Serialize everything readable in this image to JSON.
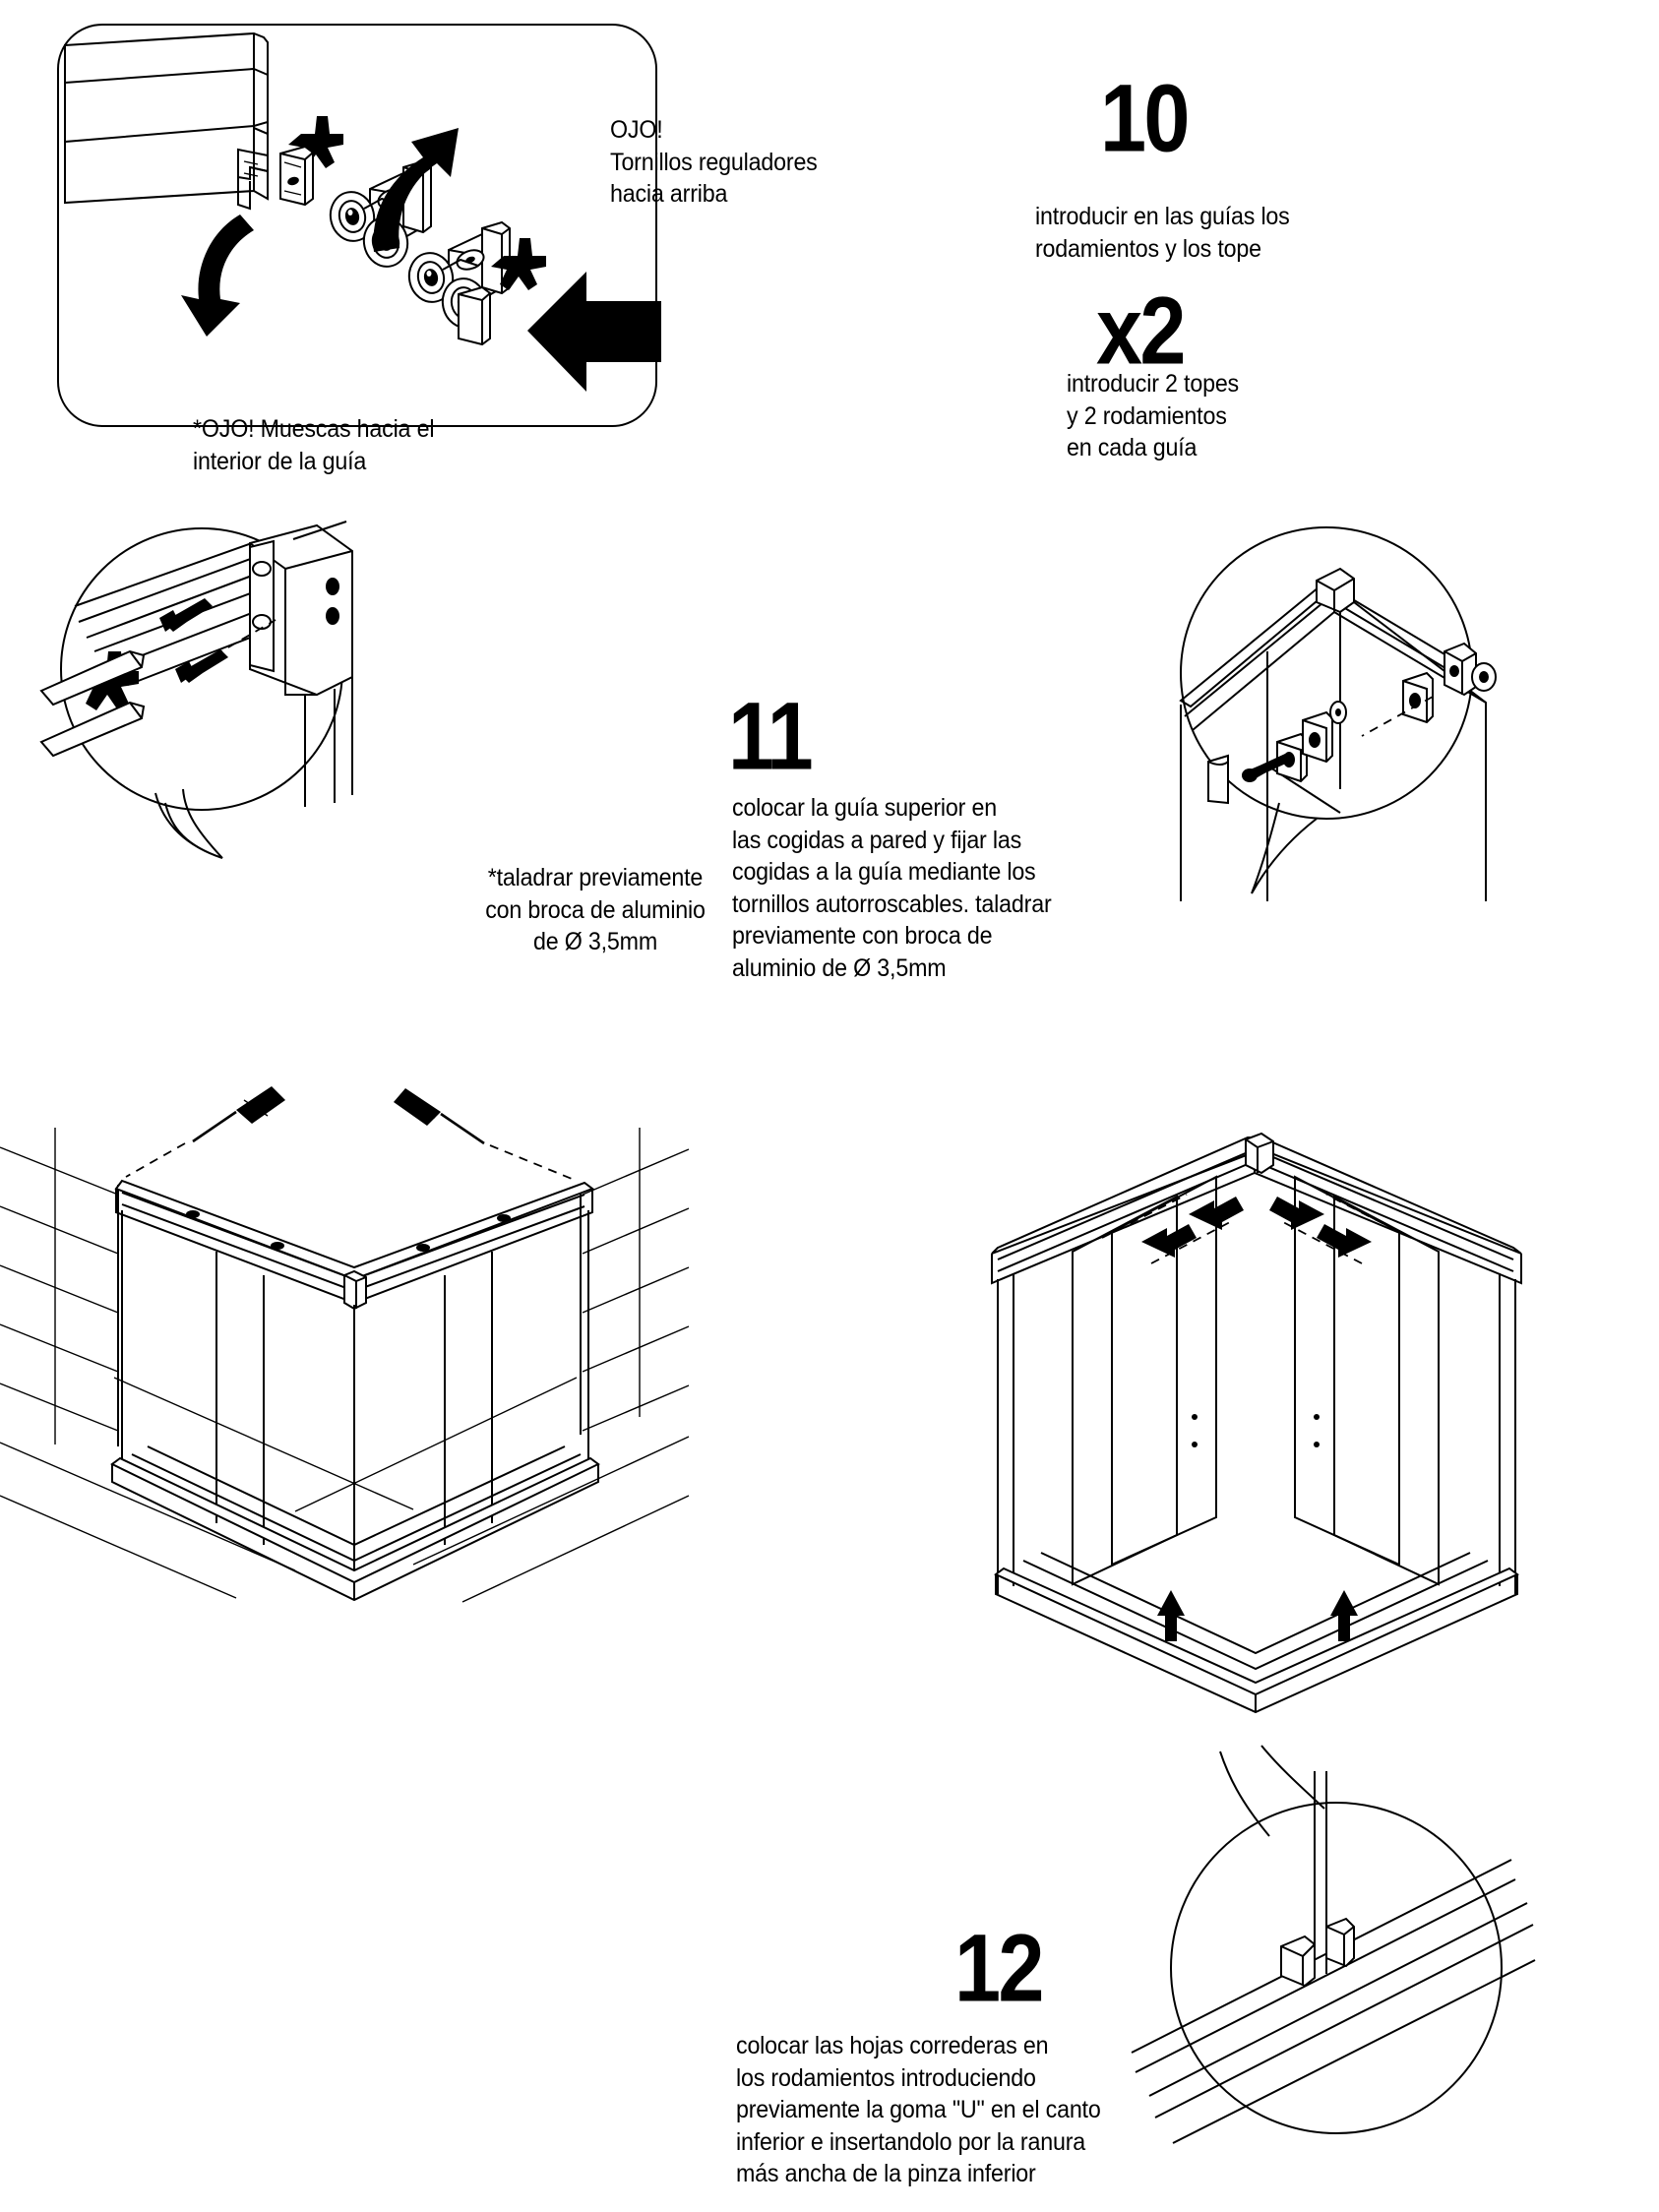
{
  "document": {
    "language": "es",
    "kind": "assembly-instructions",
    "ink_color": "#000000",
    "background_color": "#ffffff"
  },
  "panel10": {
    "callout_top": "OJO!\nTornillos reguladores\nhacia arriba",
    "callout_bottom": "*OJO! Muescas hacia el\ninterior de la guía",
    "asterisk_marker": "*"
  },
  "steps": [
    {
      "number": "10",
      "body": "introducir en las guías los\nrodamientos y los tope",
      "quantity_badge": "x2",
      "quantity_body": "introducir 2 topes\ny 2 rodamientos\nen cada guía"
    },
    {
      "number": "11",
      "body": "colocar la guía superior en\nlas cogidas a pared y fijar las\ncogidas a la guía mediante los\ntornillos autorroscables. taladrar\npreviamente con broca de\naluminio de Ø 3,5mm",
      "side_note": "*taladrar previamente\ncon broca de aluminio\nde Ø 3,5mm"
    },
    {
      "number": "12",
      "body": "colocar las hojas correderas en\nlos rodamientos introduciendo\npreviamente la goma \"U\" en el canto\ninferior e insertandolo por la ranura\nmás ancha de la pinza inferior"
    }
  ]
}
